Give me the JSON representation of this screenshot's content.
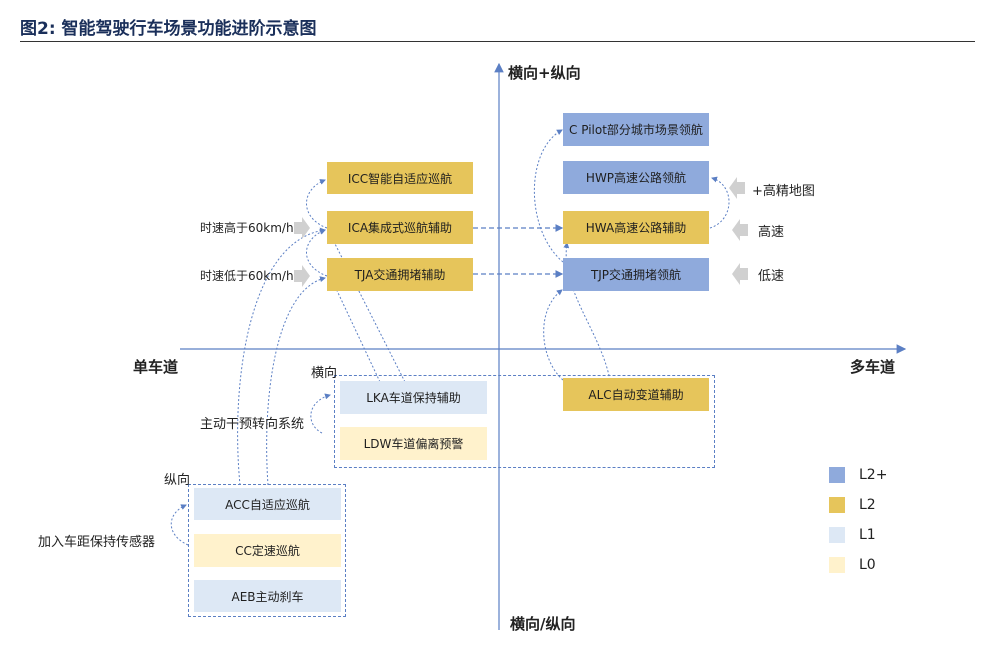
{
  "title": "图2: 智能驾驶行车场景功能进阶示意图",
  "axes": {
    "top": "横向+纵向",
    "bottom": "横向/纵向",
    "left": "单车道",
    "right": "多车道"
  },
  "left_boxes": {
    "icc": "ICC智能自适应巡航",
    "ica": "ICA集成式巡航辅助",
    "tja": "TJA交通拥堵辅助"
  },
  "right_boxes": {
    "cpilot": "C Pilot部分城市场景领航",
    "hwp": "HWP高速公路领航",
    "hwa": "HWA高速公路辅助",
    "tjp": "TJP交通拥堵领航",
    "alc": "ALC自动变道辅助"
  },
  "lateral_group": {
    "label": "横向",
    "lka": "LKA车道保持辅助",
    "ldw": "LDW车道偏离预警",
    "side_label": "主动干预转向系统"
  },
  "longitudinal_group": {
    "label": "纵向",
    "acc": "ACC自适应巡航",
    "cc": "CC定速巡航",
    "aeb": "AEB主动刹车",
    "side_label": "加入车距保持传感器"
  },
  "speed_labels": {
    "high": "时速高于60km/h",
    "low": "时速低于60km/h"
  },
  "right_labels": {
    "hdmap": "+高精地图",
    "highway": "高速",
    "lowspeed": "低速"
  },
  "legend": [
    {
      "label": "L2+",
      "color": "#8faadc"
    },
    {
      "label": "L2",
      "color": "#e6c55b"
    },
    {
      "label": "L1",
      "color": "#dde8f5"
    },
    {
      "label": "L0",
      "color": "#fff2cc"
    }
  ],
  "colors": {
    "axis": "#5b7fc4",
    "dashed": "#5b7fc4",
    "gray_arrow": "#d0d0d0"
  }
}
